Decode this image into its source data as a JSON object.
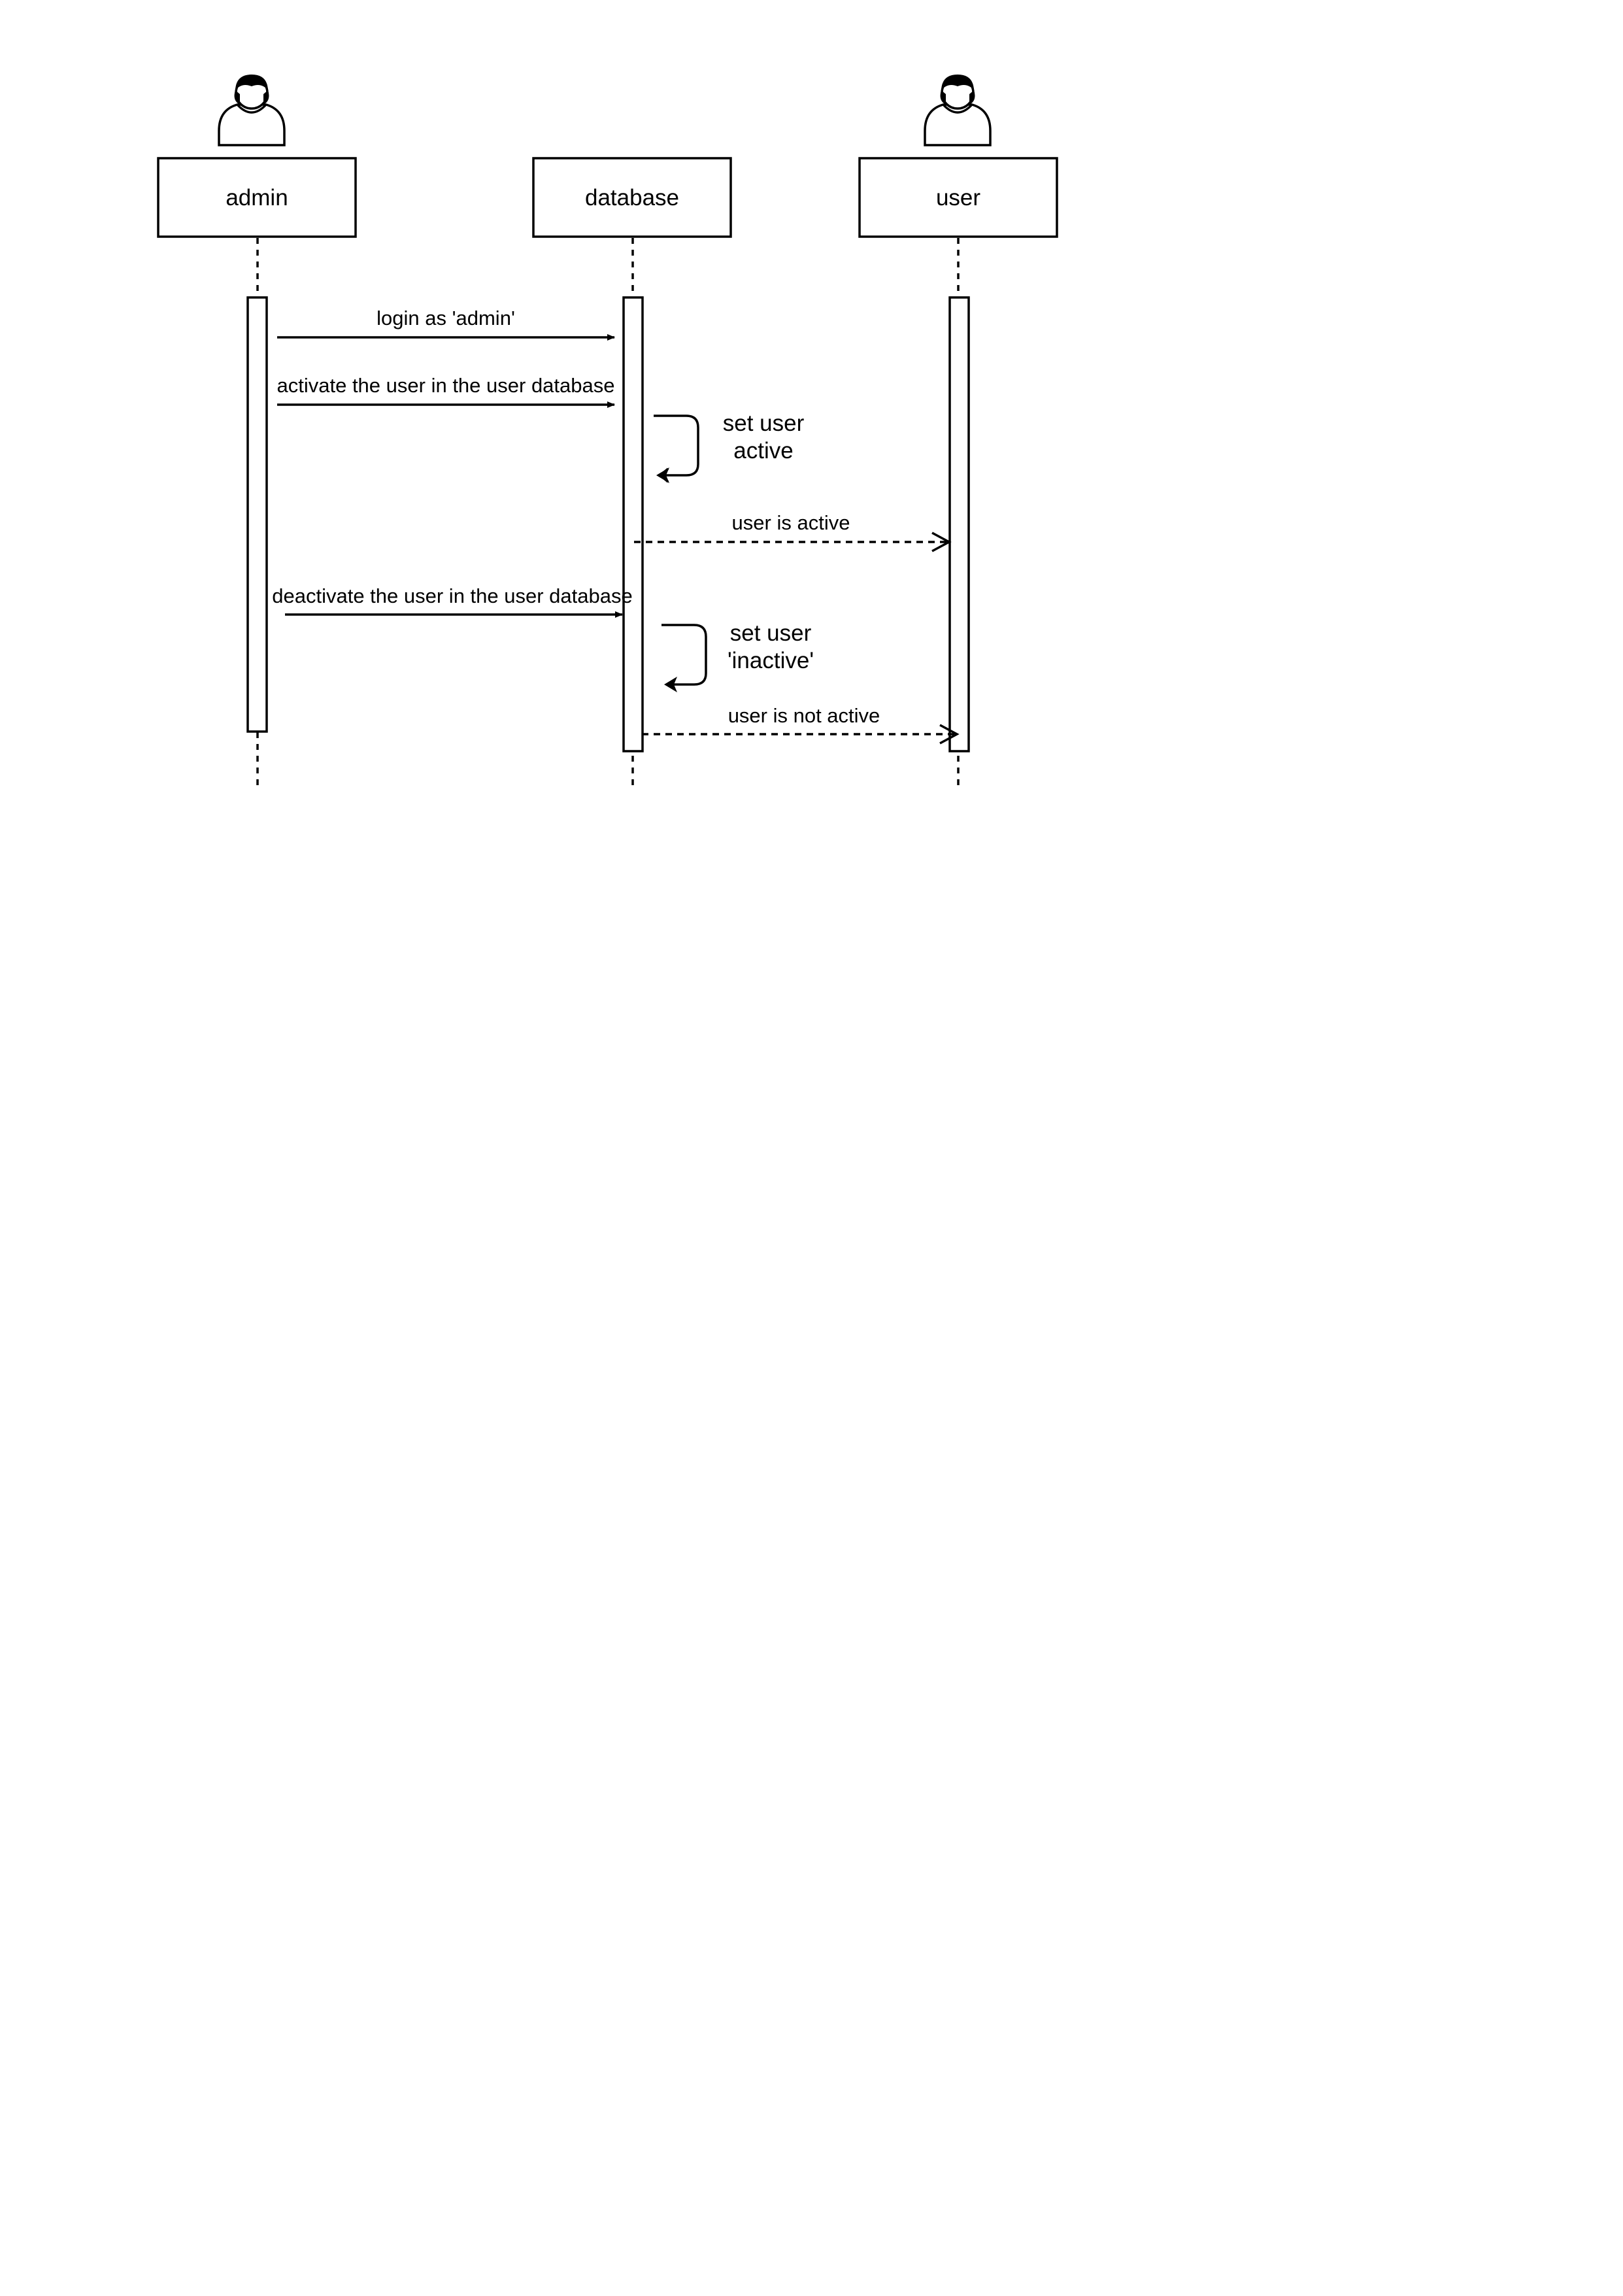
{
  "participants": [
    {
      "name": "admin",
      "actor_icon": "person-icon"
    },
    {
      "name": "database"
    },
    {
      "name": "user",
      "actor_icon": "person-icon"
    }
  ],
  "messages": [
    {
      "label": "login as 'admin'",
      "from": "admin",
      "to": "database",
      "style": "solid"
    },
    {
      "label": "activate the user in the user database",
      "from": "admin",
      "to": "database",
      "style": "solid"
    },
    {
      "label_lines": [
        "set user",
        "active"
      ],
      "from": "database",
      "to": "database",
      "style": "self"
    },
    {
      "label": "user is active",
      "from": "database",
      "to": "user",
      "style": "dashed"
    },
    {
      "label": "deactivate the user in the user database",
      "from": "admin",
      "to": "database",
      "style": "solid"
    },
    {
      "label_lines": [
        "set user",
        "'inactive'"
      ],
      "from": "database",
      "to": "database",
      "style": "self"
    },
    {
      "label": "user is not active",
      "from": "database",
      "to": "user",
      "style": "dashed"
    }
  ],
  "colors": {
    "stroke": "#000000",
    "background": "#ffffff"
  }
}
